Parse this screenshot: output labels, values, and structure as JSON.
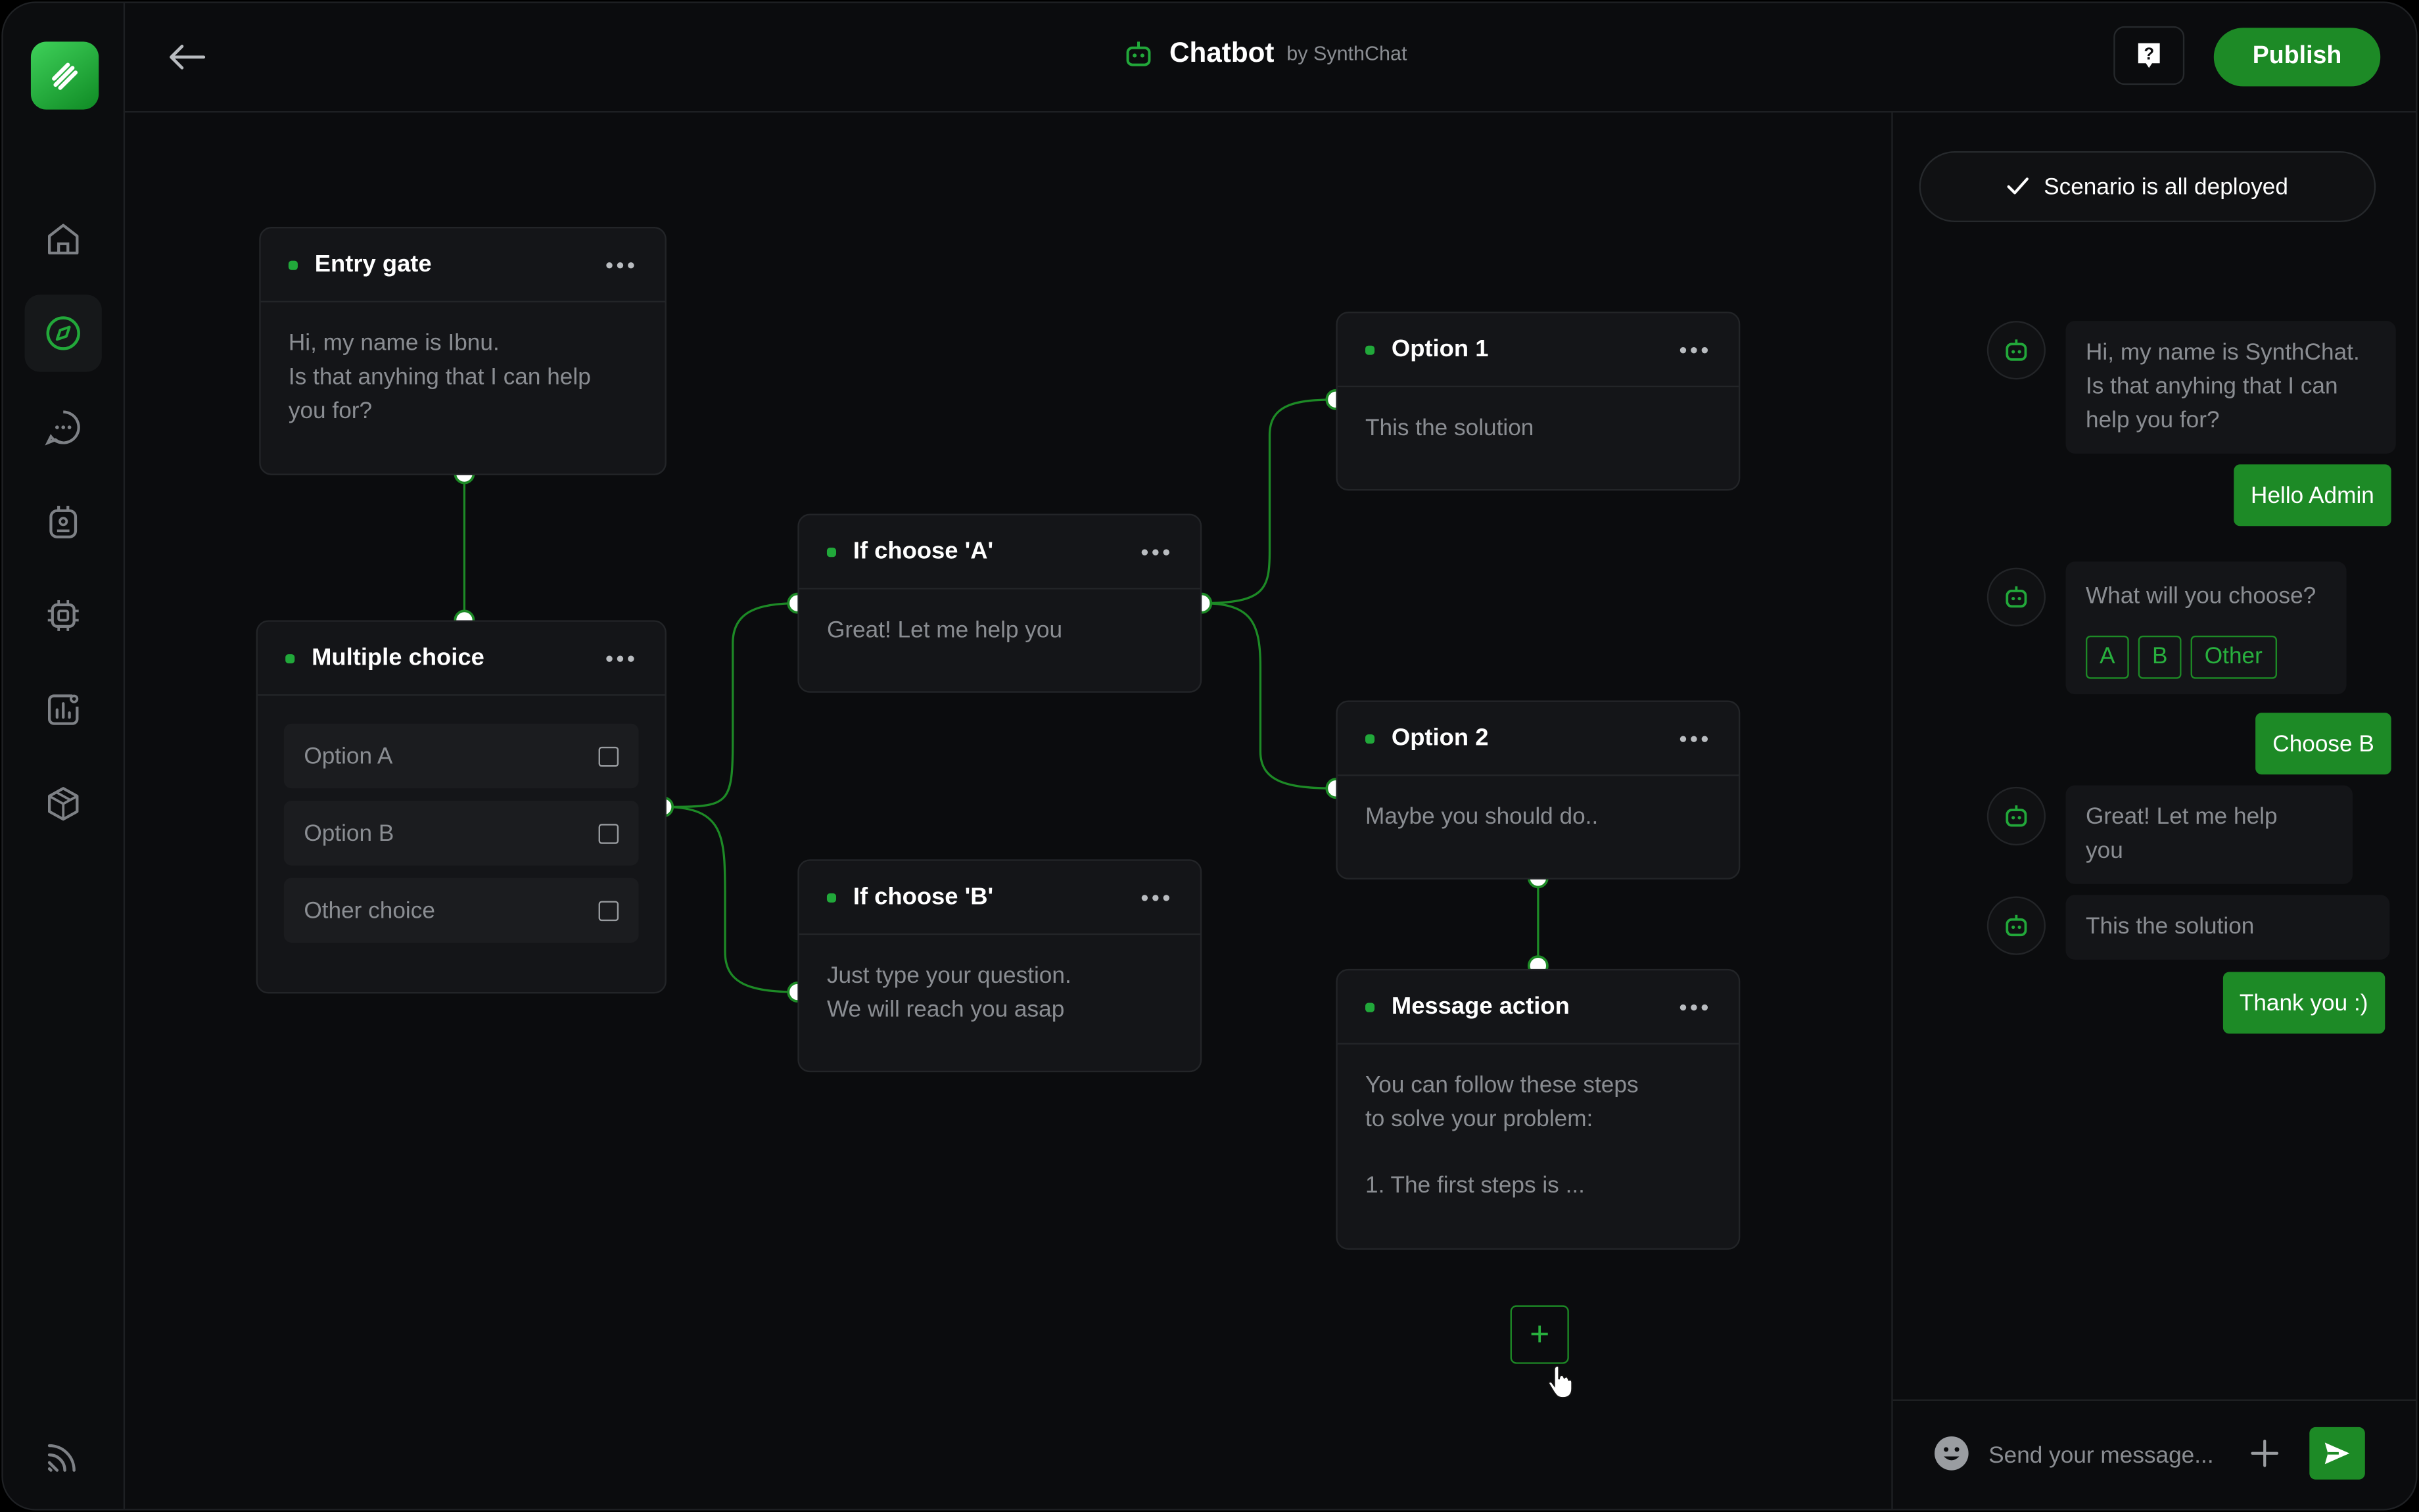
{
  "app": {
    "title": "Chatbot",
    "byline": "by SynthChat",
    "publish_label": "Publish",
    "accent": "#1d8a26"
  },
  "sidebar": {
    "items": [
      {
        "icon": "home-icon"
      },
      {
        "icon": "compass-icon",
        "active": true
      },
      {
        "icon": "chat-bubble-icon"
      },
      {
        "icon": "bot-icon"
      },
      {
        "icon": "chip-icon"
      },
      {
        "icon": "analytics-icon"
      },
      {
        "icon": "box-icon"
      }
    ],
    "bottom_icon": "signal-icon"
  },
  "flow": {
    "entry_gate": {
      "title": "Entry gate",
      "line1": "Hi, my name is Ibnu.",
      "line2": "Is that anyhing that I can help",
      "line3": "you for?"
    },
    "multiple_choice": {
      "title": "Multiple choice",
      "options": [
        "Option A",
        "Option B",
        "Other choice"
      ]
    },
    "if_choose_a": {
      "title": "If choose 'A'",
      "body": "Great! Let me help you"
    },
    "if_choose_b": {
      "title": "If choose 'B'",
      "line1": "Just type your question.",
      "line2": "We will reach you asap"
    },
    "option_1": {
      "title": "Option 1",
      "body": "This the solution"
    },
    "option_2": {
      "title": "Option 2",
      "body": "Maybe you should do.."
    },
    "message_action": {
      "title": "Message action",
      "line1": "You can follow these steps",
      "line2": "to solve your problem:",
      "line3": "1. The first steps is ..."
    },
    "add_label": "+"
  },
  "chat": {
    "status": "Scenario is all deployed",
    "messages": {
      "bot1_line1": "Hi, my name is SynthChat.",
      "bot1_line2": "Is that anyhing that I can",
      "bot1_line3": "help you for?",
      "user1": "Hello Admin",
      "bot2": "What will you choose?",
      "choices": [
        "A",
        "B",
        "Other"
      ],
      "user2": "Choose B",
      "bot3_line1": "Great! Let me help",
      "bot3_line2": "you",
      "bot4": "This the solution",
      "user3": "Thank you :)"
    },
    "input_placeholder": "Send your message..."
  }
}
